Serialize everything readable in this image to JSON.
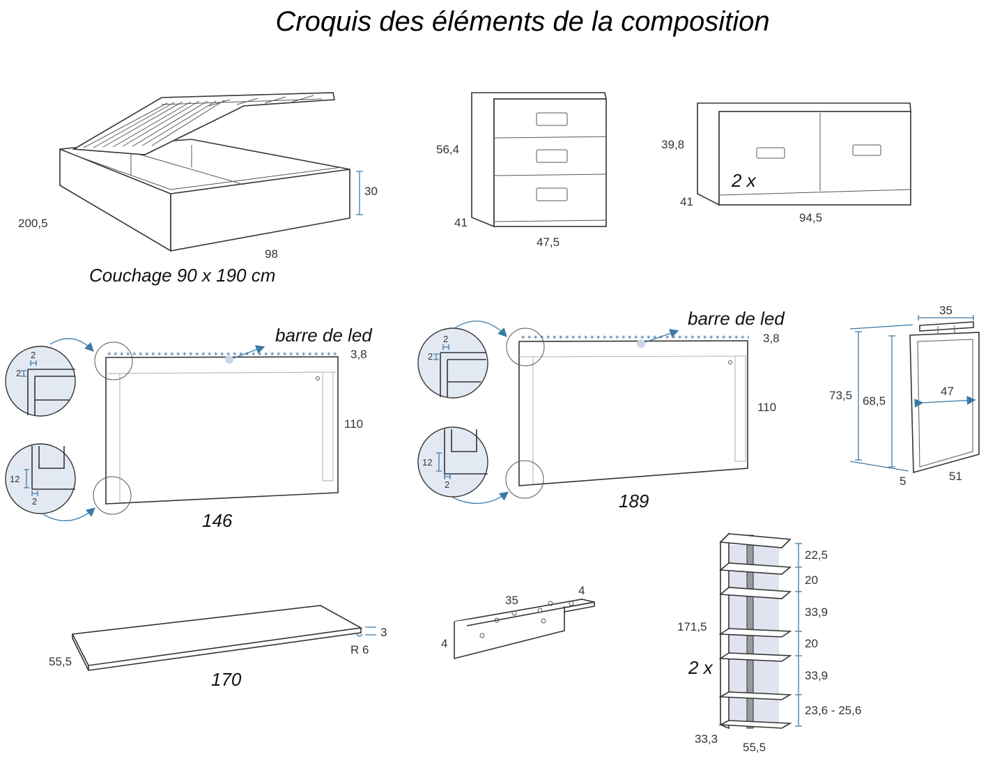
{
  "title": "Croquis des éléments de la composition",
  "bed": {
    "caption": "Couchage 90 x 190 cm",
    "length": "200,5",
    "width": "98",
    "height": "30"
  },
  "chest": {
    "height": "56,4",
    "depth": "41",
    "width": "47,5"
  },
  "drawer_unit": {
    "height": "39,8",
    "depth": "41",
    "width": "94,5",
    "qty": "2 x"
  },
  "headboard_small": {
    "width": "146",
    "height": "110",
    "led_height": "3,8",
    "led_label": "barre de led",
    "detail_a1": "2",
    "detail_a2": "2",
    "detail_b1": "12",
    "detail_b2": "2"
  },
  "headboard_large": {
    "width": "189",
    "height": "110",
    "led_height": "3,8",
    "led_label": "barre de led",
    "detail_a1": "2",
    "detail_a2": "2",
    "detail_b1": "12",
    "detail_b2": "2"
  },
  "mirror": {
    "top_depth": "35",
    "outer_height": "73,5",
    "inner_height": "68,5",
    "inner_width": "47",
    "depth": "5",
    "width": "51"
  },
  "desk_top": {
    "length": "170",
    "depth": "55,5",
    "thickness": "3",
    "radius": "R 6"
  },
  "shelf": {
    "length": "35",
    "depth": "4",
    "height": "4"
  },
  "bookcase": {
    "qty": "2 x",
    "height": "171,5",
    "depth": "33,3",
    "width": "55,5",
    "spacings": [
      "22,5",
      "20",
      "33,9",
      "20",
      "33,9",
      "23,6 - 25,6"
    ]
  }
}
